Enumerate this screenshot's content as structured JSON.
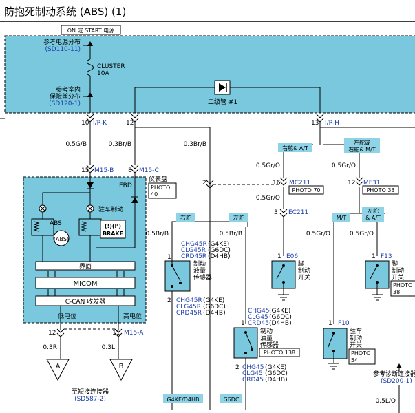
{
  "title": "防抱死制动系统 (ABS) (1)",
  "power_label": "ON 或 START 电源",
  "fuse_ref_label": "参考电源分布",
  "fuse_ref_code": "(SD110-11)",
  "fuse_name": "CLUSTER",
  "fuse_rating": "10A",
  "fuse_box_ref_line1": "参考室内",
  "fuse_box_ref_line2": "保险丝分布",
  "fuse_box_ref_code": "(SD120-1)",
  "diode_label": "二级管 #1",
  "conn_ipk_pin": "10",
  "conn_ipk": "I/P-K",
  "conn_12_pin": "12",
  "conn_iph_pin": "13",
  "conn_iph": "I/P-H",
  "wire_05gb": "0.5G/B",
  "wire_03brb_a": "0.3Br/B",
  "wire_03brb_b": "0.3Br/B",
  "conn_m15b_pin": "15",
  "conn_m15b": "M15-B",
  "conn_m15c_pin": "8",
  "conn_m15c": "M15-C",
  "cluster_label": "仪表盘",
  "photo_40_line1": "PHOTO",
  "photo_40_line2": "40",
  "ebd_label": "EBD",
  "abs_label": "ABS",
  "parking_brake_label": "驻车制动",
  "abs_icon_text": "(ABS)",
  "brake_icon_text": "BRAKE",
  "interface_label": "界面",
  "micom_label": "MICOM",
  "ccan_label": "C-CAN 收发器",
  "low_level_label": "低电位",
  "high_level_label": "高电位",
  "pin_12_bottom": "12",
  "pin_11_bottom": "11",
  "conn_m15a": "M15-A",
  "wire_03r": "0.3R",
  "wire_03l": "0.3L",
  "conn_a": "A",
  "conn_b": "B",
  "short_conn_label": "至短接连接器",
  "short_conn_code": "(SD587-2)",
  "splice_2": "2",
  "tag_rhd_at": "右舵& A/T",
  "tag_lhd_line1": "左舵或",
  "tag_lhd_line2": "右舵& M/T",
  "wire_05gro_1": "0.5Gr/O",
  "wire_05gro_2": "0.5Gr/O",
  "mc211_pin": "16",
  "mc211": "MC211",
  "photo_70": "PHOTO 70",
  "mf31_pin": "12",
  "mf31": "MF31",
  "photo_33": "PHOTO 33",
  "wire_05gro_3": "0.5Gr/O",
  "ec211_pin": "3",
  "ec211": "EC211",
  "tag_mt": "M/T",
  "tag_lhd_at_line1": "左舵",
  "tag_lhd_at_line2": "& A/T",
  "tag_rhd": "右舵",
  "tag_lhd": "左舵",
  "wire_05brb_1": "0.5Br/B",
  "wire_05brb_2": "0.5Br/B",
  "wire_05gro_4": "0.5Gr/O",
  "wire_05gro_5": "0.5Gr/O",
  "chg45r_1": "CHG45R",
  "chg45r_1_eng": "(G4KE)",
  "clg45r_1": "CLG45R",
  "clg45r_1_eng": "(G6DC)",
  "crd45r_1": "CRD45R",
  "crd45r_1_eng": "(D4HB)",
  "pin_1_s1": "1",
  "pin_2_s1": "2",
  "brake_fluid_sensor_line1": "制动",
  "brake_fluid_sensor_line2": "液量",
  "brake_fluid_sensor_line3": "传感器",
  "chg45r_2": "CHG45R",
  "chg45r_2_eng": "(G4KE)",
  "clg45r_2": "CLG45R",
  "clg45r_2_eng": "(G6DC)",
  "crd45r_2": "CRD45R",
  "crd45r_2_eng": "(D4HB)",
  "e06_pin": "1",
  "e06": "E06",
  "foot_brake_line1": "脚",
  "foot_brake_line2": "制动",
  "foot_brake_line3": "开关",
  "f13_pin": "1",
  "f13": "F13",
  "foot_brake_r_line1": "脚",
  "foot_brake_r_line2": "制动",
  "foot_brake_r_line3": "开关",
  "photo_38_line1": "PHOTO",
  "photo_38_line2": "38",
  "chg45_1": "CHG45",
  "chg45_1_eng": "(G4KE)",
  "clg45_1": "CLG45",
  "clg45_1_eng": "(G6DC)",
  "crd45_1": "CRD45",
  "crd45_1_eng": "(D4HB)",
  "pin_1_s2": "1",
  "pin_2_s2": "2",
  "brake_oil_sensor_line1": "制动",
  "brake_oil_sensor_line2": "油量",
  "brake_oil_sensor_line3": "传感器",
  "photo_138": "PHOTO 138",
  "chg45_2": "CHG45",
  "chg45_2_eng": "(G4KE)",
  "clg45_2": "CLG45",
  "clg45_2_eng": "(G6DC)",
  "crd45_2": "CRD45",
  "crd45_2_eng": "(D4HB)",
  "f10_pin": "1",
  "f10": "F10",
  "park_brake_sw_line1": "驻车",
  "park_brake_sw_line2": "制动",
  "park_brake_sw_line3": "开关",
  "photo_54_line1": "PHOTO",
  "photo_54_line2": "54",
  "diag_conn_label": "参考诊断连接器",
  "diag_conn_code": "(SD200-1)",
  "wire_05lo": "0.5L/O",
  "tag_g4ke_d4hb": "G4KE/D4HB",
  "tag_g6dc": "G6DC",
  "colors": {
    "panel": "#79c8dd",
    "tag": "#8fd3e6",
    "accent": "#1d3fa8"
  }
}
